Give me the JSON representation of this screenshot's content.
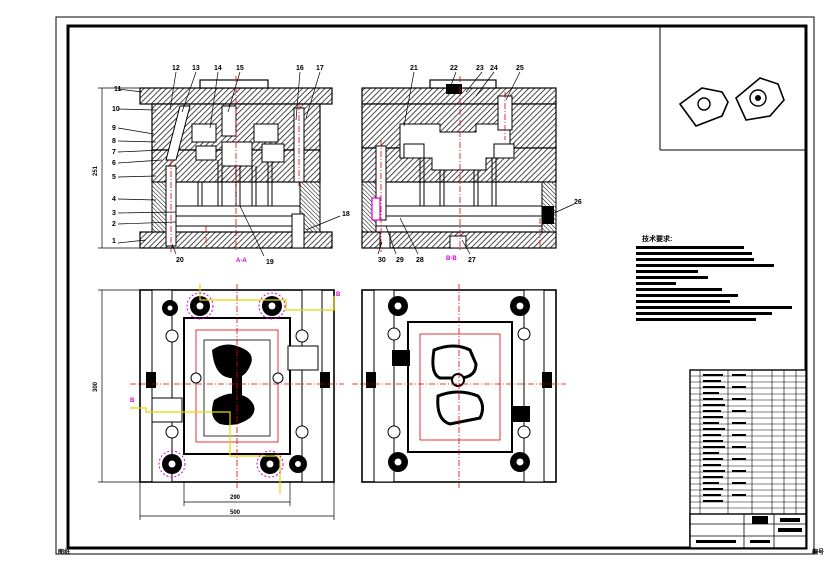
{
  "drawing": {
    "part_numbers_left": [
      "1",
      "2",
      "3",
      "4",
      "5",
      "6",
      "7",
      "8",
      "9",
      "10",
      "11"
    ],
    "part_numbers_top_a": [
      "12",
      "13",
      "14",
      "15",
      "16",
      "17"
    ],
    "part_numbers_top_b": [
      "21",
      "22",
      "23",
      "24",
      "25"
    ],
    "part_numbers_bottom_a": [
      "20",
      "19",
      "18"
    ],
    "part_numbers_bottom_b": [
      "30",
      "29",
      "28",
      "27",
      "26"
    ],
    "section_label_a": "A-A",
    "section_label_b": "B-B",
    "dim_height_top": "251",
    "dim_height_plan": "300",
    "dim_width_inner": "290",
    "dim_width_outer": "500",
    "callout_letter": "B",
    "notes_title": "技术要求:",
    "corner_left": "图纸",
    "corner_right": "编号"
  },
  "colors": {
    "line": "#000000",
    "center": "#e00000",
    "yellow": "#e8d400",
    "magenta": "#d400d4"
  }
}
